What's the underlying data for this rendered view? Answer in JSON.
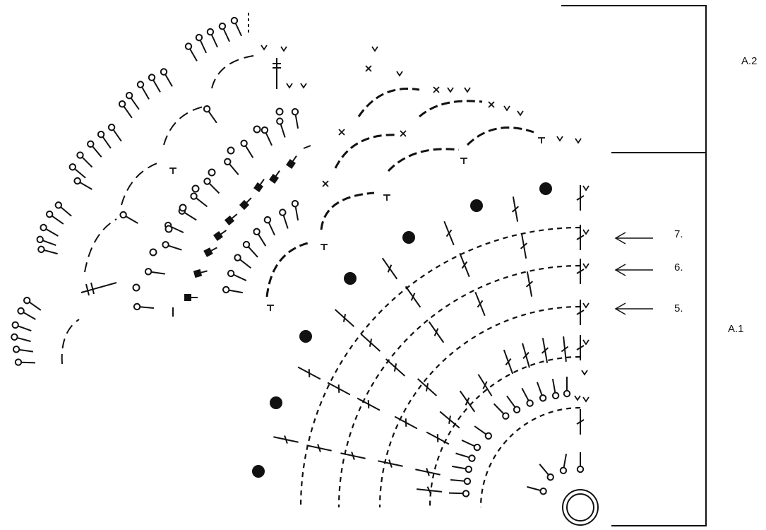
{
  "diagram": {
    "chart_labels": {
      "a2": "A.2",
      "a1": "A.1"
    },
    "row_markers": [
      {
        "label": "7.",
        "row": 7
      },
      {
        "label": "6.",
        "row": 6
      },
      {
        "label": "5.",
        "row": 5
      }
    ],
    "colors": {
      "ink": "#111111",
      "background": "#ffffff"
    },
    "symbols": [
      "magic-ring",
      "chain-stitch",
      "double-crochet",
      "treble-crochet",
      "single-crochet",
      "bobble",
      "filled-square",
      "filled-dot",
      "v-increase",
      "x-stitch",
      "t-stitch"
    ]
  }
}
